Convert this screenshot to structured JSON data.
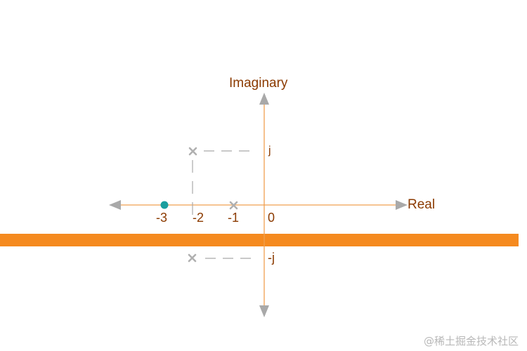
{
  "axes": {
    "x_title": "Real",
    "y_title": "Imaginary",
    "axis_color": "#F0A050",
    "arrow_color": "#A9A9A9",
    "text_color": "#8B3A00"
  },
  "ticks": {
    "real": [
      "-3",
      "-2",
      "-1",
      "0"
    ],
    "imag_pos": "j",
    "imag_neg": "-j"
  },
  "markers": {
    "pole_symbol_color": "#B0B0B0",
    "zero_color": "#1A9E9E",
    "poles": [
      {
        "re": -2,
        "im": 1
      },
      {
        "re": -1,
        "im": 0
      },
      {
        "re": -2,
        "im": -1
      }
    ],
    "zeros": [
      {
        "re": -3,
        "im": 0
      }
    ]
  },
  "band": {
    "color": "#F58A1F"
  },
  "watermark": "@稀土掘金技术社区"
}
